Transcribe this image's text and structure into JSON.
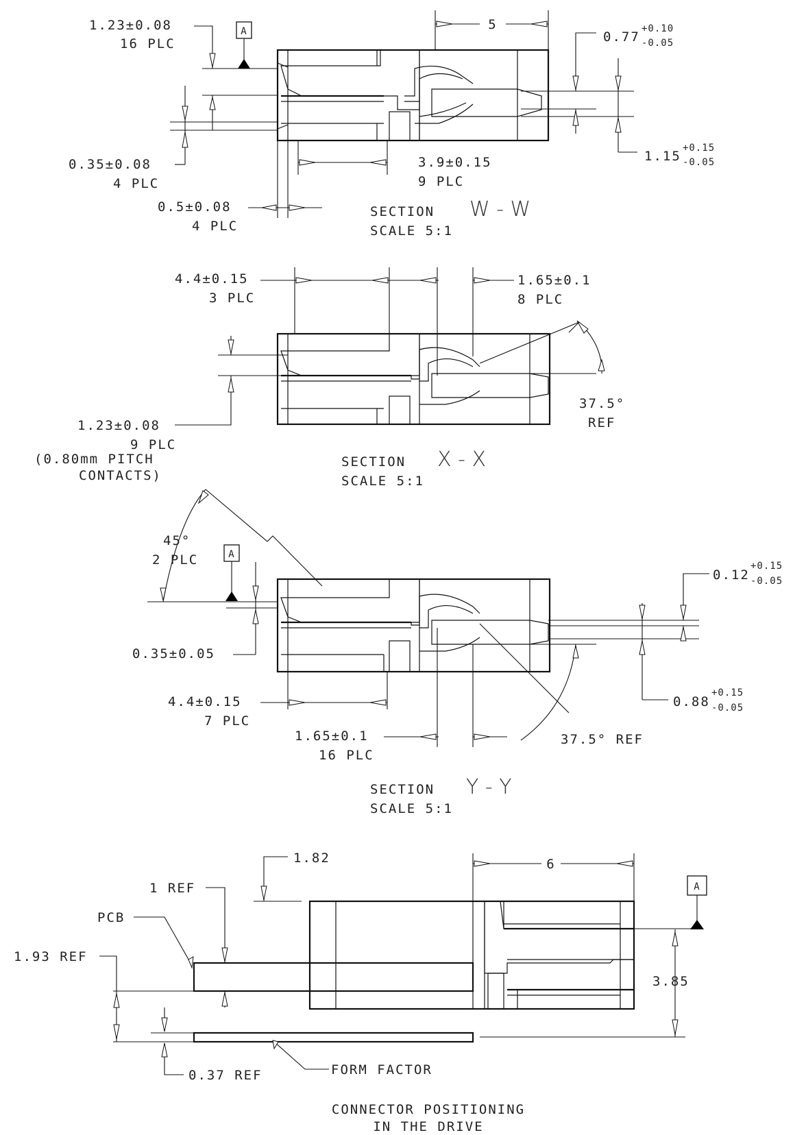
{
  "datum": "A",
  "ww": {
    "d1_main": "1.23±0.08",
    "d1_sub": "16 PLC",
    "d2_main": "0.35±0.08",
    "d2_sub": "4 PLC",
    "d3_main": "0.5±0.08",
    "d3_sub": "4 PLC",
    "d4_main": "3.9±0.15",
    "d4_sub": "9 PLC",
    "top": "5",
    "tol_r1_base": "0.77",
    "tol_r1_up": "+0.10",
    "tol_r1_dn": "-0.05",
    "tol_r2_base": "1.15",
    "tol_r2_up": "+0.15",
    "tol_r2_dn": "-0.05",
    "section_word": "SECTION",
    "section_letter": "W - W",
    "scale": "SCALE  5:1"
  },
  "xx": {
    "d1_main": "4.4±0.15",
    "d1_sub": "3 PLC",
    "d2_main": "1.65±0.1",
    "d2_sub": "8 PLC",
    "d3_main": "1.23±0.08",
    "d3_sub": "9 PLC",
    "d3_sub2": "(0.80mm PITCH",
    "d3_sub3": "CONTACTS)",
    "angle": "37.5°",
    "angle_sub": "REF",
    "section_word": "SECTION",
    "section_letter": "X - X",
    "scale": "SCALE  5:1"
  },
  "yy": {
    "angle45": "45°",
    "angle45_sub": "2 PLC",
    "d1_main": "0.35±0.05",
    "d2_main": "4.4±0.15",
    "d2_sub": "7 PLC",
    "d3_main": "1.65±0.1",
    "d3_sub": "16 PLC",
    "angle": "37.5° REF",
    "tol_r1_base": "0.12",
    "tol_r1_up": "+0.15",
    "tol_r1_dn": "-0.05",
    "tol_r2_base": "0.88",
    "tol_r2_up": "+0.15",
    "tol_r2_dn": "-0.05",
    "section_word": "SECTION",
    "section_letter": "Y - Y",
    "scale": "SCALE  5:1"
  },
  "cp": {
    "d1": "1.82",
    "d2": "1 REF",
    "d3": "6",
    "pcb": "PCB",
    "d4": "1.93 REF",
    "d5": "3.85",
    "d6": "0.37 REF",
    "form_factor": "FORM FACTOR",
    "caption1": "CONNECTOR POSITIONING",
    "caption2": "IN THE DRIVE"
  }
}
